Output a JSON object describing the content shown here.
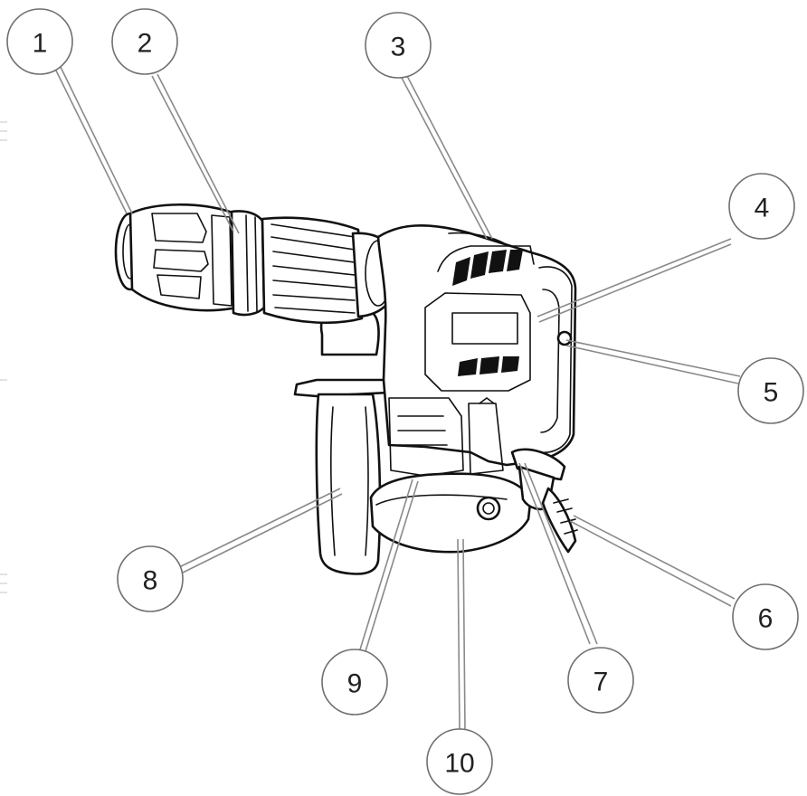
{
  "diagram": {
    "colors": {
      "line": "#111111",
      "callout_stroke": "#6f6f6f",
      "leader": "#8a8a8a",
      "background": "#ffffff"
    },
    "callouts": [
      {
        "number": "1"
      },
      {
        "number": "2"
      },
      {
        "number": "3"
      },
      {
        "number": "4"
      },
      {
        "number": "5"
      },
      {
        "number": "6"
      },
      {
        "number": "7"
      },
      {
        "number": "8"
      },
      {
        "number": "9"
      },
      {
        "number": "10"
      }
    ]
  }
}
